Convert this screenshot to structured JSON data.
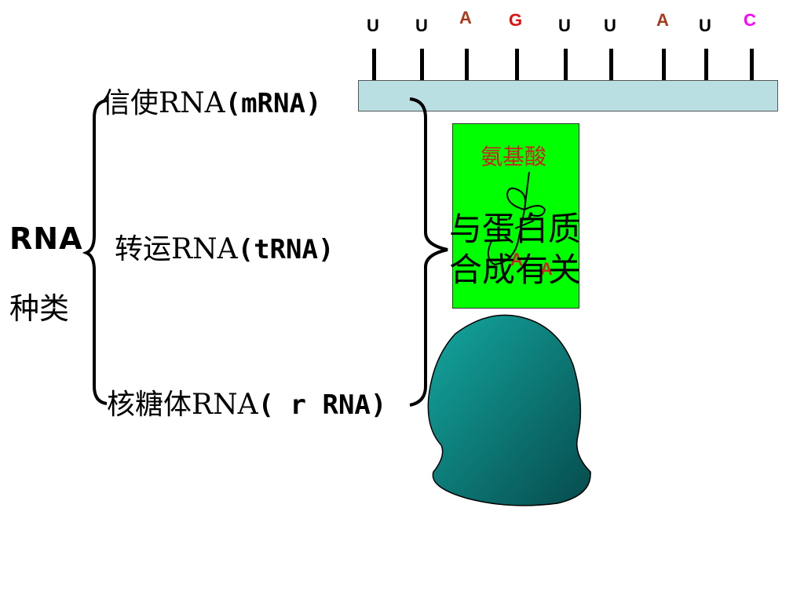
{
  "classification": {
    "title_line1": "RNA",
    "title_line2": "种类"
  },
  "types": [
    {
      "cn": "信使RNA",
      "en": "(mRNA)"
    },
    {
      "cn": "转运RNA",
      "en": "(tRNA)"
    },
    {
      "cn": "核糖体RNA",
      "en": "( r RNA)"
    }
  ],
  "mrna_bases": [
    {
      "base": "U",
      "color": "#000000"
    },
    {
      "base": "U",
      "color": "#000000"
    },
    {
      "base": "A",
      "color": "#a83a1a"
    },
    {
      "base": "G",
      "color": "#e01010"
    },
    {
      "base": "U",
      "color": "#000000"
    },
    {
      "base": "U",
      "color": "#000000"
    },
    {
      "base": "A",
      "color": "#a83a1a"
    },
    {
      "base": "U",
      "color": "#000000"
    },
    {
      "base": "C",
      "color": "#ff00ff"
    }
  ],
  "trna": {
    "amino_acid_label": "氨基酸",
    "anticodon": [
      "A",
      "A"
    ],
    "box_color": "#00ff00"
  },
  "function_text": {
    "line1": "与蛋白质",
    "line2": "合成有关"
  },
  "ribosome_color": "#0a8a87"
}
